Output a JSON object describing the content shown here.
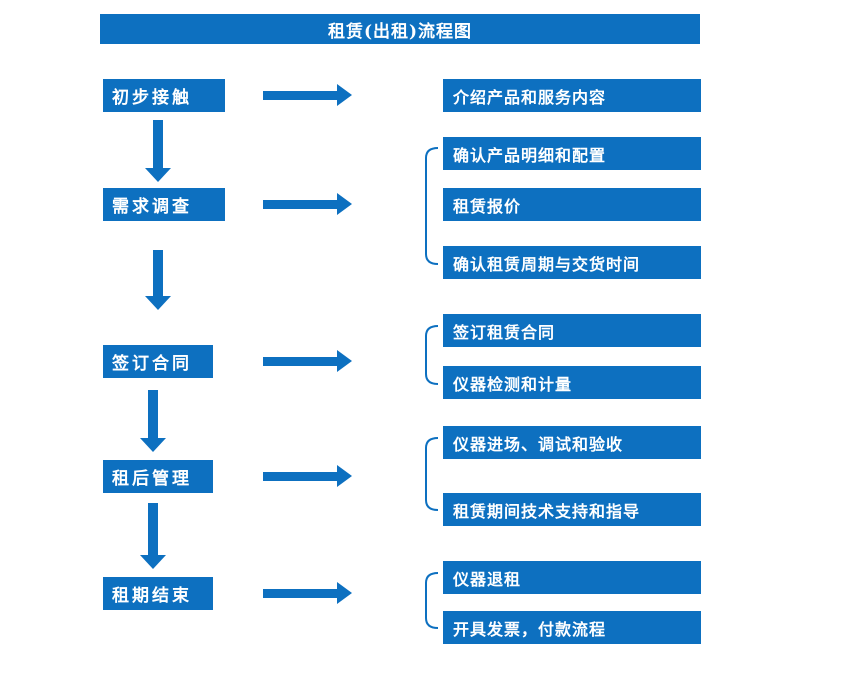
{
  "title": "租赁(出租)流程图",
  "colors": {
    "primary": "#0d70c0",
    "text": "#ffffff",
    "background": "#ffffff"
  },
  "stages": [
    {
      "label": "初步接触",
      "outputs": [
        "介绍产品和服务内容"
      ]
    },
    {
      "label": "需求调查",
      "outputs": [
        "确认产品明细和配置",
        "租赁报价",
        "确认租赁周期与交货时间"
      ]
    },
    {
      "label": "签订合同",
      "outputs": [
        "签订租赁合同",
        "仪器检测和计量"
      ]
    },
    {
      "label": "租后管理",
      "outputs": [
        "仪器进场、调试和验收",
        "租赁期间技术支持和指导"
      ]
    },
    {
      "label": "租期结束",
      "outputs": [
        "仪器退租",
        "开具发票，付款流程"
      ]
    }
  ]
}
